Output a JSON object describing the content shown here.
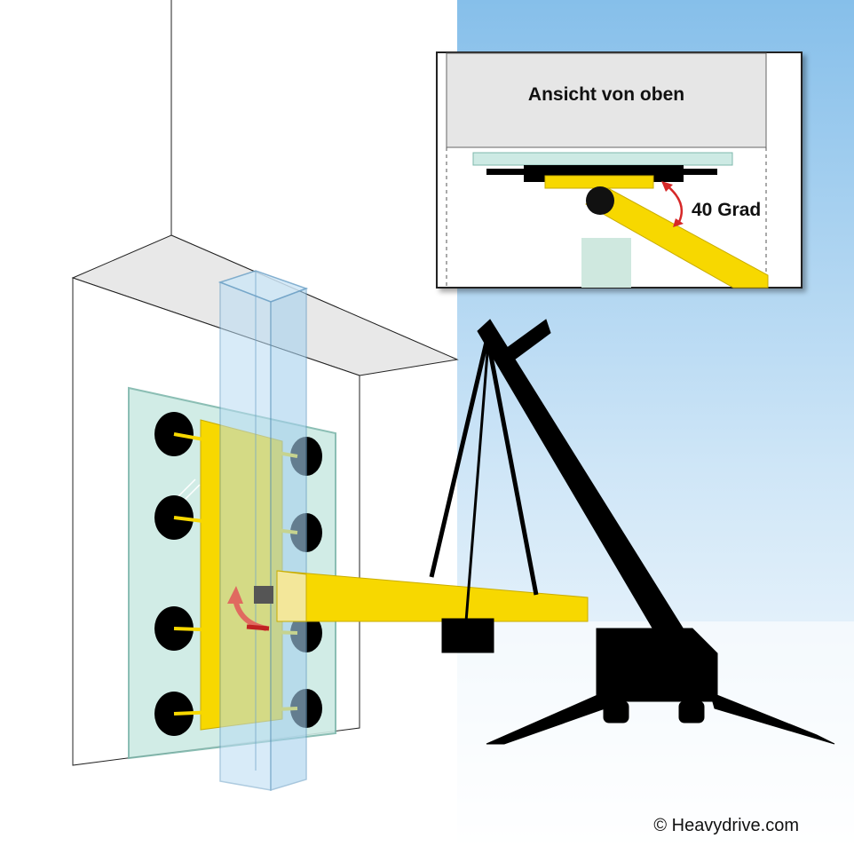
{
  "inset": {
    "title": "Ansicht von oben",
    "angle_label": "40 Grad"
  },
  "credit": "© Heavydrive.com",
  "colors": {
    "sky_top": "#86bfea",
    "sky_bottom": "#ffffff",
    "glass": "#cdeae4",
    "glass_edge": "#7fb8ac",
    "column_glass": "#b9dcf3",
    "column_edge": "#6fa3c8",
    "boom_yellow": "#f7d800",
    "crane_black": "#000000",
    "arrow_red": "#d62828",
    "inset_wall": "#e6e6e6"
  },
  "icons": {
    "crane": "mobile-crane-icon",
    "suction_cup": "suction-cup-icon",
    "rotation_arrow": "rotation-arrow-icon"
  }
}
